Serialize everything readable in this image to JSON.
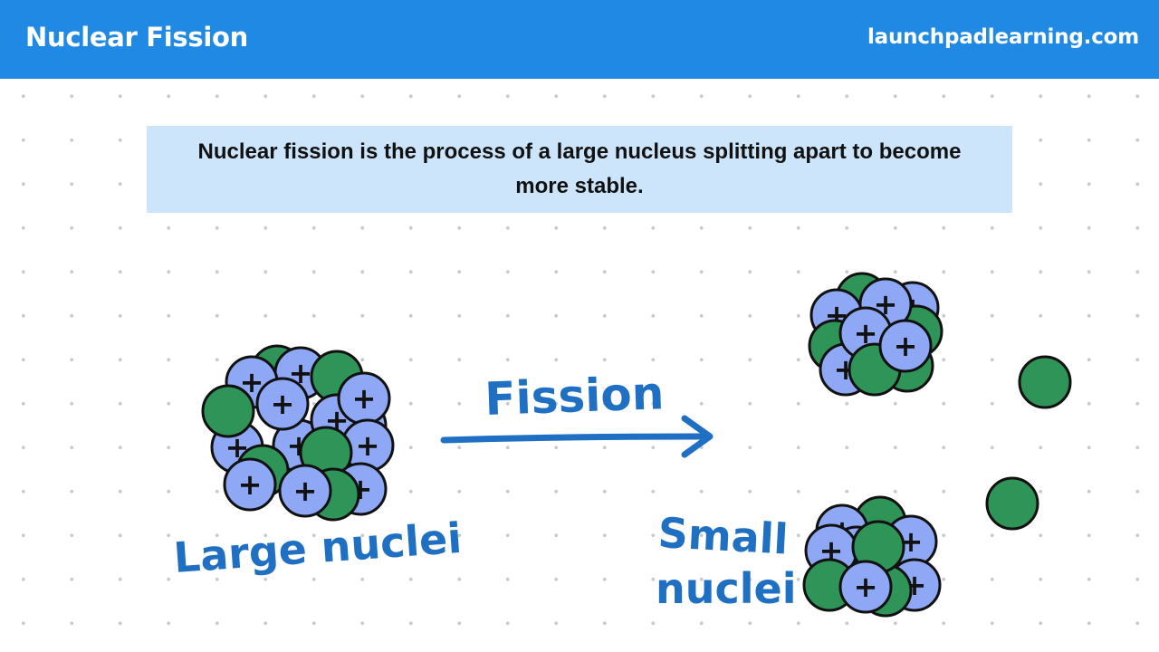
{
  "header": {
    "title": "Nuclear Fission",
    "site": "launchpadlearning.com"
  },
  "definition": "Nuclear fission is the process of a large nucleus splitting apart to become more stable.",
  "labels": {
    "large_nuclei": "Large nuclei",
    "fission": "Fission",
    "small_line1": "Small",
    "small_line2": "nuclei"
  },
  "particles": {
    "proton_symbol": "+",
    "proton_color": "#8fa8f5",
    "neutron_color": "#2f9457",
    "outline_color": "#111111"
  },
  "arrow_color": "#1f6fc2",
  "accent_color": "#2089e3"
}
